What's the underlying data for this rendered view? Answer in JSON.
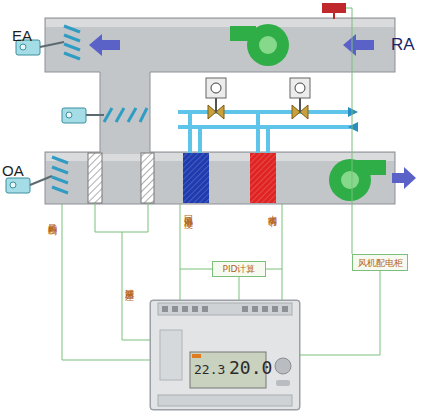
{
  "diagram": {
    "nodes": [
      {
        "text": [
          "PID计算"
        ]
      },
      {
        "text": [
          "风机配电柜"
        ]
      },
      {
        "text": [
          "22.3",
          "20.0"
        ]
      }
    ],
    "edges": [
      {
        "from": 0,
        "to": 2,
        "arrow": "none"
      },
      {
        "from": 1,
        "to": 2,
        "arrow": "none"
      }
    ],
    "labels": [
      "EA",
      "RA",
      "OA",
      "风阀控制",
      "滤网压差",
      "回风温湿度",
      "水阀调节"
    ]
  }
}
